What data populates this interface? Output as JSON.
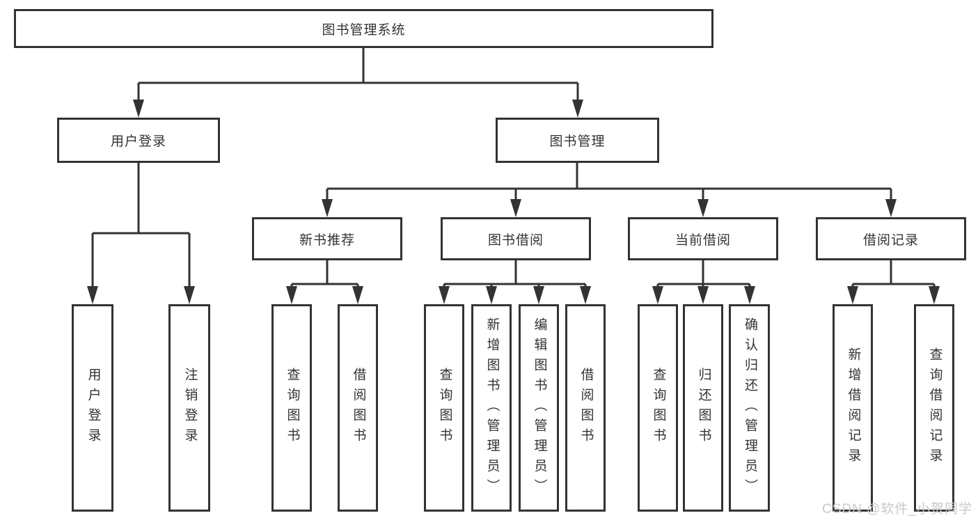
{
  "colors": {
    "line": "#333333",
    "box_border": "#333333",
    "text": "#333333",
    "background": "#ffffff",
    "watermark_text": "#c9c9c9"
  },
  "nodes": {
    "root": "图书管理系统",
    "user_login": "用户登录",
    "book_mgmt": "图书管理",
    "new_book_rec": "新书推荐",
    "book_borrow": "图书借阅",
    "current_borrow": "当前借阅",
    "borrow_record": "借阅记录",
    "leaf_user_login": "用户登录",
    "leaf_logout": "注销登录",
    "leaf_nbr_query": "查询图书",
    "leaf_nbr_borrow": "借阅图书",
    "leaf_bb_query": "查询图书",
    "leaf_bb_add": "新增图书（管理员）",
    "leaf_bb_edit": "编辑图书（管理员）",
    "leaf_bb_borrow": "借阅图书",
    "leaf_cb_query": "查询图书",
    "leaf_cb_return": "归还图书",
    "leaf_cb_confirm": "确认归还（管理员）",
    "leaf_br_add": "新增借阅记录",
    "leaf_br_query": "查询借阅记录"
  },
  "hierarchy": {
    "图书管理系统": {
      "用户登录": [
        "用户登录",
        "注销登录"
      ],
      "图书管理": {
        "新书推荐": [
          "查询图书",
          "借阅图书"
        ],
        "图书借阅": [
          "查询图书",
          "新增图书（管理员）",
          "编辑图书（管理员）",
          "借阅图书"
        ],
        "当前借阅": [
          "查询图书",
          "归还图书",
          "确认归还（管理员）"
        ],
        "借阅记录": [
          "新增借阅记录",
          "查询借阅记录"
        ]
      }
    }
  },
  "watermark": {
    "text": "CSDN @软件_小贺同学"
  }
}
